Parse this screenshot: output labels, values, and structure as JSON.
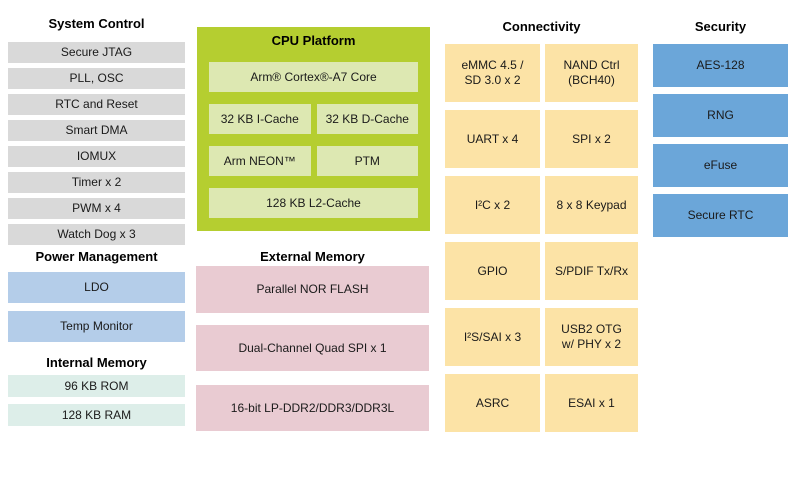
{
  "colors": {
    "background": "#ffffff",
    "gray_block": "#d9d9d9",
    "green_block": "#b5ce30",
    "green_inner_block": "#dde8b2",
    "pink_block": "#e9cbd2",
    "yellow_block": "#fce3a6",
    "blue_block": "#6ba6d9",
    "light_blue_block": "#b4cde9",
    "mint_block": "#ddeee9",
    "text": "#1a1a1a"
  },
  "sections": {
    "system_control": {
      "title": "System Control",
      "items": [
        "Secure JTAG",
        "PLL, OSC",
        "RTC and Reset",
        "Smart DMA",
        "IOMUX",
        "Timer x 2",
        "PWM x 4",
        "Watch Dog x 3"
      ]
    },
    "power_management": {
      "title": "Power Management",
      "items": [
        "LDO",
        "Temp Monitor"
      ]
    },
    "internal_memory": {
      "title": "Internal Memory",
      "items": [
        "96 KB ROM",
        "128 KB RAM"
      ]
    },
    "cpu_platform": {
      "title": "CPU Platform",
      "core": "Arm® Cortex®-A7 Core",
      "icache": "32 KB I-Cache",
      "dcache": "32 KB D-Cache",
      "neon": "Arm NEON™",
      "ptm": "PTM",
      "l2": "128 KB L2-Cache"
    },
    "external_memory": {
      "title": "External Memory",
      "items": [
        "Parallel NOR FLASH",
        "Dual-Channel Quad SPI  x 1",
        "16-bit LP-DDR2/DDR3/DDR3L"
      ]
    },
    "connectivity": {
      "title": "Connectivity",
      "items": [
        "eMMC 4.5 /\nSD 3.0 x 2",
        "NAND Ctrl\n(BCH40)",
        "UART x 4",
        "SPI  x 2",
        "I²C x 2",
        "8 x 8 Keypad",
        "GPIO",
        "S/PDIF Tx/Rx",
        "I²S/SAI x 3",
        "USB2 OTG\nw/ PHY x 2",
        "ASRC",
        "ESAI x 1"
      ]
    },
    "security": {
      "title": "Security",
      "items": [
        "AES-128",
        "RNG",
        "eFuse",
        "Secure RTC"
      ]
    }
  }
}
